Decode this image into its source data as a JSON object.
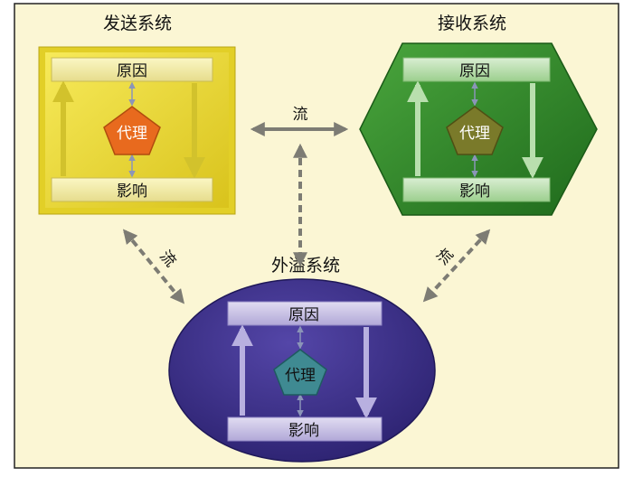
{
  "diagram": {
    "background_color": "#fbf6d4",
    "border_color": "#222222",
    "flow_label": "流",
    "systems": {
      "sending": {
        "title": "发送系统",
        "cause_label": "原因",
        "agent_label": "代理",
        "effect_label": "影响",
        "shape_color": "#ecd934",
        "agent_color": "#e86a1e"
      },
      "receiving": {
        "title": "接收系统",
        "cause_label": "原因",
        "agent_label": "代理",
        "effect_label": "影响",
        "shape_color": "#2f8a2a",
        "agent_color": "#7a7a2a"
      },
      "spillover": {
        "title": "外溢系统",
        "cause_label": "原因",
        "agent_label": "代理",
        "effect_label": "影响",
        "shape_color": "#3b2f86",
        "agent_color": "#3f8a92"
      }
    }
  }
}
